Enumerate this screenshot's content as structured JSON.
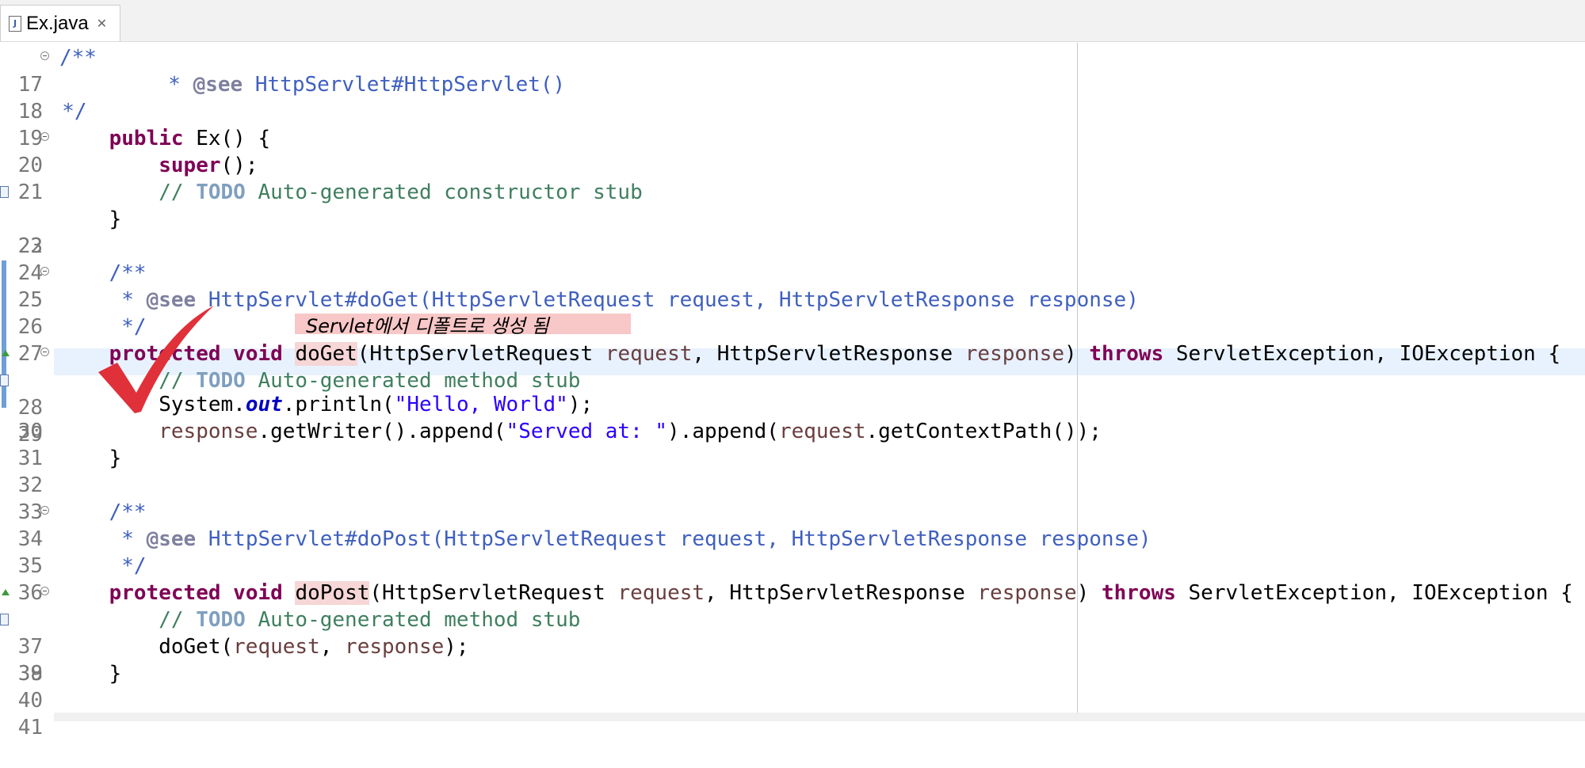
{
  "tab": {
    "title": "Ex.java",
    "close_glyph": "✕",
    "icon": "java-file-icon"
  },
  "annotation": "Servlet에서 디폴트로 생성 됨",
  "colors": {
    "keyword": "#7f0055",
    "javadoc": "#3f5fbf",
    "comment": "#3f7f5f",
    "string": "#2a00ff",
    "current_line": "#e8f2fe",
    "annotation_bg": "#f8c7c7",
    "checkmark": "#e0303a"
  },
  "lines": [
    {
      "n": "17",
      "t": [
        "    ",
        "/**"
      ]
    },
    {
      "n": "18",
      "t": [
        "     * ",
        "@see",
        " HttpServlet#HttpServlet()"
      ]
    },
    {
      "n": "19",
      "t": [
        "     */"
      ]
    },
    {
      "n": "20",
      "t": [
        "    ",
        "public",
        " Ex() {"
      ]
    },
    {
      "n": "21",
      "t": [
        "        ",
        "super",
        "();"
      ]
    },
    {
      "n": "22",
      "t": [
        "        // ",
        "TODO",
        " Auto-generated constructor stub"
      ]
    },
    {
      "n": "23",
      "t": [
        "    }"
      ]
    },
    {
      "n": "24",
      "t": [
        ""
      ]
    },
    {
      "n": "25",
      "t": [
        "    /**"
      ]
    },
    {
      "n": "26",
      "t": [
        "     * ",
        "@see",
        " HttpServlet#doGet(HttpServletRequest request, HttpServletResponse response)"
      ]
    },
    {
      "n": "27",
      "t": [
        "     */"
      ]
    },
    {
      "n": "28",
      "t": [
        "    ",
        "protected",
        " ",
        "void",
        " ",
        "doGet",
        "(HttpServletRequest ",
        "request",
        ", HttpServletResponse ",
        "response",
        ") ",
        "throws",
        " ServletException, IOException {"
      ]
    },
    {
      "n": "29",
      "t": [
        "        // ",
        "TODO",
        " Auto-generated method stub"
      ]
    },
    {
      "n": "30",
      "t": [
        "        System.",
        "out",
        ".println(",
        "\"Hello, World\"",
        ");"
      ]
    },
    {
      "n": "31",
      "t": [
        "        ",
        "response",
        ".getWriter().append(",
        "\"Served at: \"",
        ").append(",
        "request",
        ".getContextPath());"
      ]
    },
    {
      "n": "32",
      "t": [
        "    }"
      ]
    },
    {
      "n": "33",
      "t": [
        ""
      ]
    },
    {
      "n": "34",
      "t": [
        "    /**"
      ]
    },
    {
      "n": "35",
      "t": [
        "     * ",
        "@see",
        " HttpServlet#doPost(HttpServletRequest request, HttpServletResponse response)"
      ]
    },
    {
      "n": "36",
      "t": [
        "     */"
      ]
    },
    {
      "n": "37",
      "t": [
        "    ",
        "protected",
        " ",
        "void",
        " ",
        "doPost",
        "(HttpServletRequest ",
        "request",
        ", HttpServletResponse ",
        "response",
        ") ",
        "throws",
        " ServletException, IOException {"
      ]
    },
    {
      "n": "38",
      "t": [
        "        // ",
        "TODO",
        " Auto-generated method stub"
      ]
    },
    {
      "n": "39",
      "t": [
        "        doGet(",
        "request",
        ", ",
        "response",
        ");"
      ]
    },
    {
      "n": "40",
      "t": [
        "    }"
      ]
    },
    {
      "n": "41",
      "t": [
        ""
      ]
    }
  ]
}
